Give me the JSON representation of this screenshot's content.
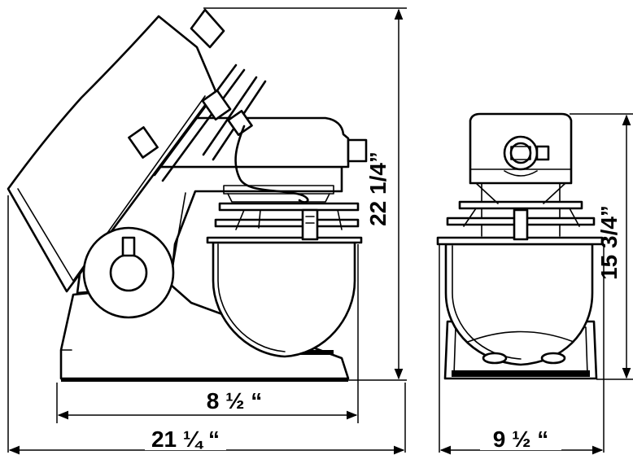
{
  "dimensions": {
    "base_width": "8 ½ “",
    "total_depth": "21 ¼ “",
    "total_height": "22 1/4”",
    "front_width": "9 ½ “",
    "front_height": "15 3/4”"
  },
  "colors": {
    "line": "#000000",
    "background": "#ffffff"
  }
}
